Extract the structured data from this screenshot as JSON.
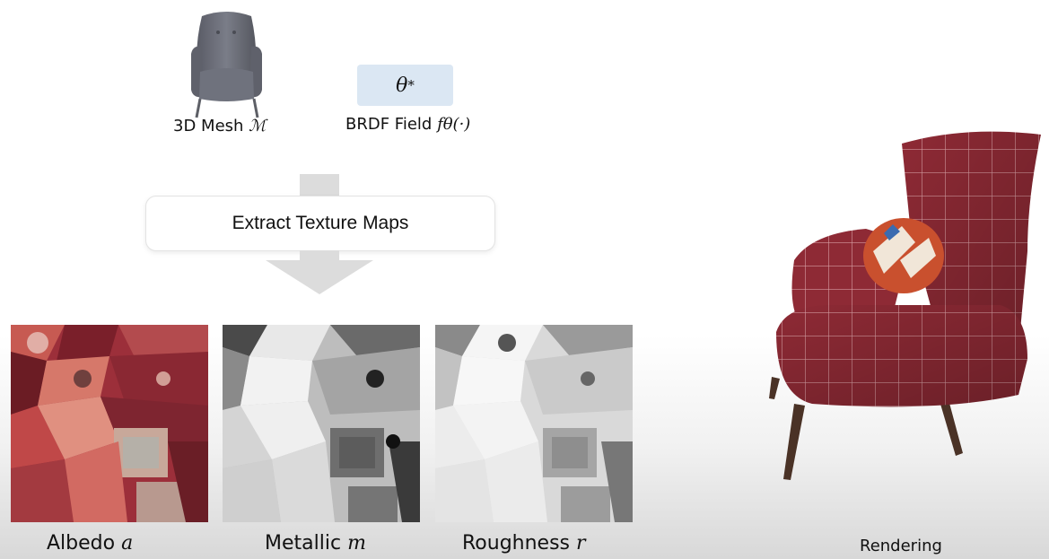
{
  "mesh": {
    "label": "3D Mesh ",
    "symbol": "ℳ"
  },
  "brdf": {
    "theta_label": "θ",
    "theta_sup": "*",
    "label": "BRDF Field ",
    "symbol": "fθ(·)"
  },
  "extract": {
    "label": "Extract Texture Maps"
  },
  "maps": [
    {
      "name": "Albedo ",
      "symbol": "a"
    },
    {
      "name": "Metallic ",
      "symbol": "m"
    },
    {
      "name": "Roughness ",
      "symbol": "r"
    }
  ],
  "rendering": {
    "label": "Rendering"
  },
  "colors": {
    "albedo_base": "#9c2f3a",
    "chair_fabric": "#8e2a35",
    "theta_box": "#dbe7f3",
    "arrow": "#dcdcdc"
  }
}
